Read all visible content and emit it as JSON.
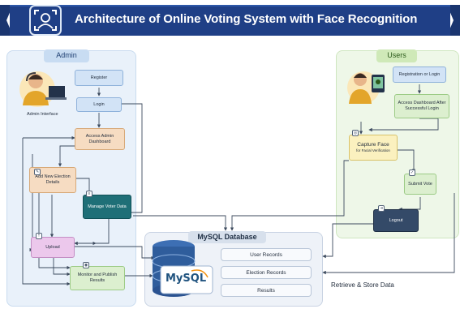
{
  "header": {
    "title": "Architecture of Online Voting System with Face Recognition",
    "bg_color": "#1f3f86",
    "logo_icon": "face-scan-icon"
  },
  "admin": {
    "panel_label": "Admin",
    "caption": "Admin Interface",
    "avatar_icon": "admin-person-icon",
    "steps": {
      "register": "Register",
      "login": "Login",
      "dashboard": "Access Admin Dashboard",
      "add_election": "Add New Election Details",
      "manage_voters": "Manage Voter Data",
      "upload": "Upload",
      "monitor": "Monitor and Publish Results"
    }
  },
  "users": {
    "panel_label": "Users",
    "avatar_icon": "user-face-scan-icon",
    "steps": {
      "registration": "Registration or Login",
      "dashboard": "Access Dashboard After Successful Login",
      "capture_face": "Capture Face",
      "capture_sub": "for Facial Verification",
      "submit_vote": "Submit Vote",
      "logout": "Logout"
    }
  },
  "database": {
    "label": "MySQL Database",
    "logo_text": "MySQL",
    "records": [
      "User Records",
      "Election Records",
      "Results"
    ],
    "retrieve_label": "Retrieve & Store Data"
  },
  "colors": {
    "admin_panel": "#e9f1fa",
    "users_panel": "#eef7e8",
    "db_panel": "#eef2f8",
    "arrow": "#3c4a5e"
  }
}
